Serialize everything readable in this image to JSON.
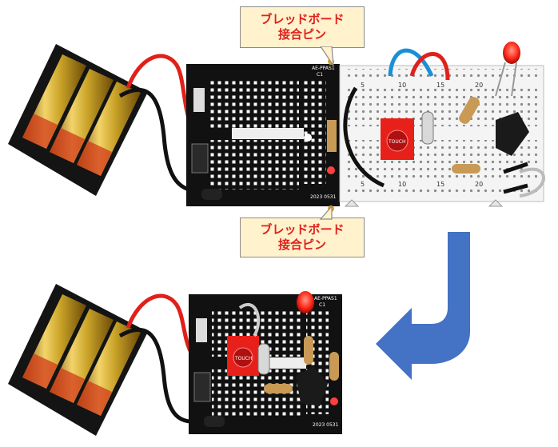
{
  "callouts": {
    "top": {
      "line1": "ブレッドボード",
      "line2": "接合ピン"
    },
    "bottom": {
      "line1": "ブレッドボード",
      "line2": "接合ピン"
    }
  },
  "boards": {
    "small_board_top": {
      "code": "AE-PPAS1",
      "date": "2023 0531",
      "label_top": "C1"
    },
    "small_board_bottom": {
      "code": "AE-PPAS1",
      "date": "2023 0531",
      "label_top": "C1"
    }
  },
  "breadboard": {
    "col_labels_top": [
      "5",
      "10",
      "15",
      "20"
    ],
    "col_labels_bottom": [
      "5",
      "10",
      "15",
      "20"
    ]
  },
  "touch_module": {
    "label": "TOUCH"
  },
  "colors": {
    "accent_red": "#e0201b",
    "callout_fill": "#fff2cc",
    "arrow_blue": "#4472c4",
    "board_black": "#111111",
    "battery_gold": "#c9a227"
  },
  "icons": {
    "arrow": "curved-down-left-arrow"
  }
}
